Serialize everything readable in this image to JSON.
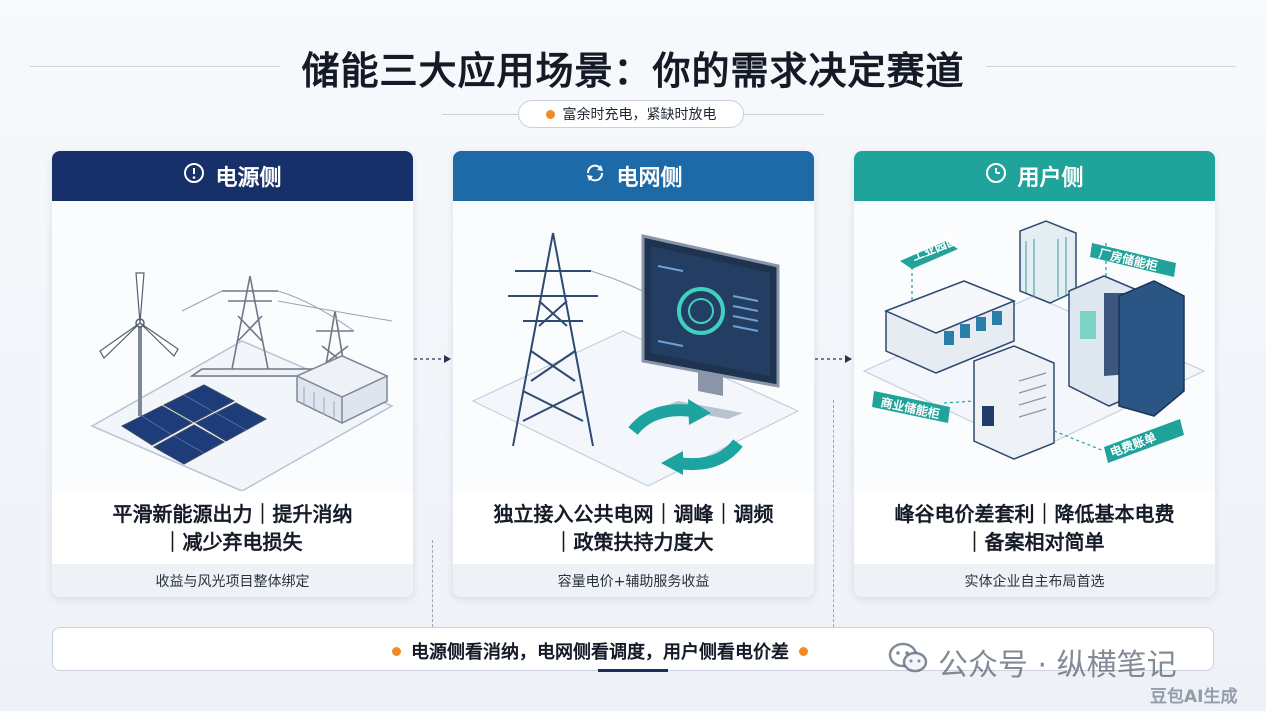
{
  "title": "储能三大应用场景：你的需求决定赛道",
  "subtitle": "富余时充电，紧缺时放电",
  "colors": {
    "power_side": "#17306a",
    "grid_side": "#1d6aa8",
    "user_side": "#1fa39a",
    "accent_orange": "#f08a24"
  },
  "cards": [
    {
      "title": "电源侧",
      "icon": "info-circle-icon",
      "text_line1": "平滑新能源出力｜提升消纳",
      "text_line2": "｜减少弃电损失",
      "footer": "收益与风光项目整体绑定"
    },
    {
      "title": "电网侧",
      "icon": "refresh-icon",
      "text_line1": "独立接入公共电网｜调峰｜调频",
      "text_line2": "｜政策扶持力度大",
      "footer": "容量电价+辅助服务收益"
    },
    {
      "title": "用户侧",
      "icon": "clock-icon",
      "text_line1": "峰谷电价差套利｜降低基本电费",
      "text_line2": "｜备案相对简单",
      "footer": "实体企业自主布局首选",
      "tags": [
        "工业园区",
        "厂房储能柜",
        "商业储能柜",
        "电费账单"
      ]
    }
  ],
  "banner": "电源侧看消纳，电网侧看调度，用户侧看电价差",
  "watermark": "公众号 · 纵横笔记",
  "ai_mark": "豆包AI生成"
}
